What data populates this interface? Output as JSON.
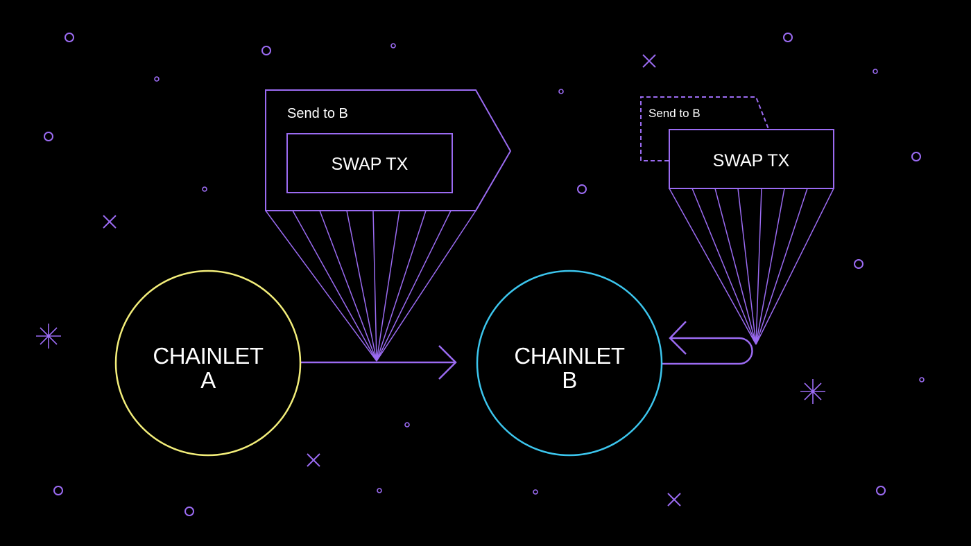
{
  "colors": {
    "background": "#000000",
    "purple": "#9b6bf2",
    "chainlet_a_stroke": "#f3ee7a",
    "chainlet_b_stroke": "#3cc6ee",
    "text": "#ffffff"
  },
  "chainlet_a": {
    "line1": "CHAINLET",
    "line2": "A"
  },
  "chainlet_b": {
    "line1": "CHAINLET",
    "line2": "B"
  },
  "packet_outgoing": {
    "header": "Send to B",
    "payload": "SWAP TX"
  },
  "packet_incoming": {
    "header": "Send to B",
    "payload": "SWAP TX"
  },
  "decorations": {
    "star_shape": "circle-ring",
    "cross_shape": "x-mark",
    "sparkle_shape": "asterisk"
  }
}
